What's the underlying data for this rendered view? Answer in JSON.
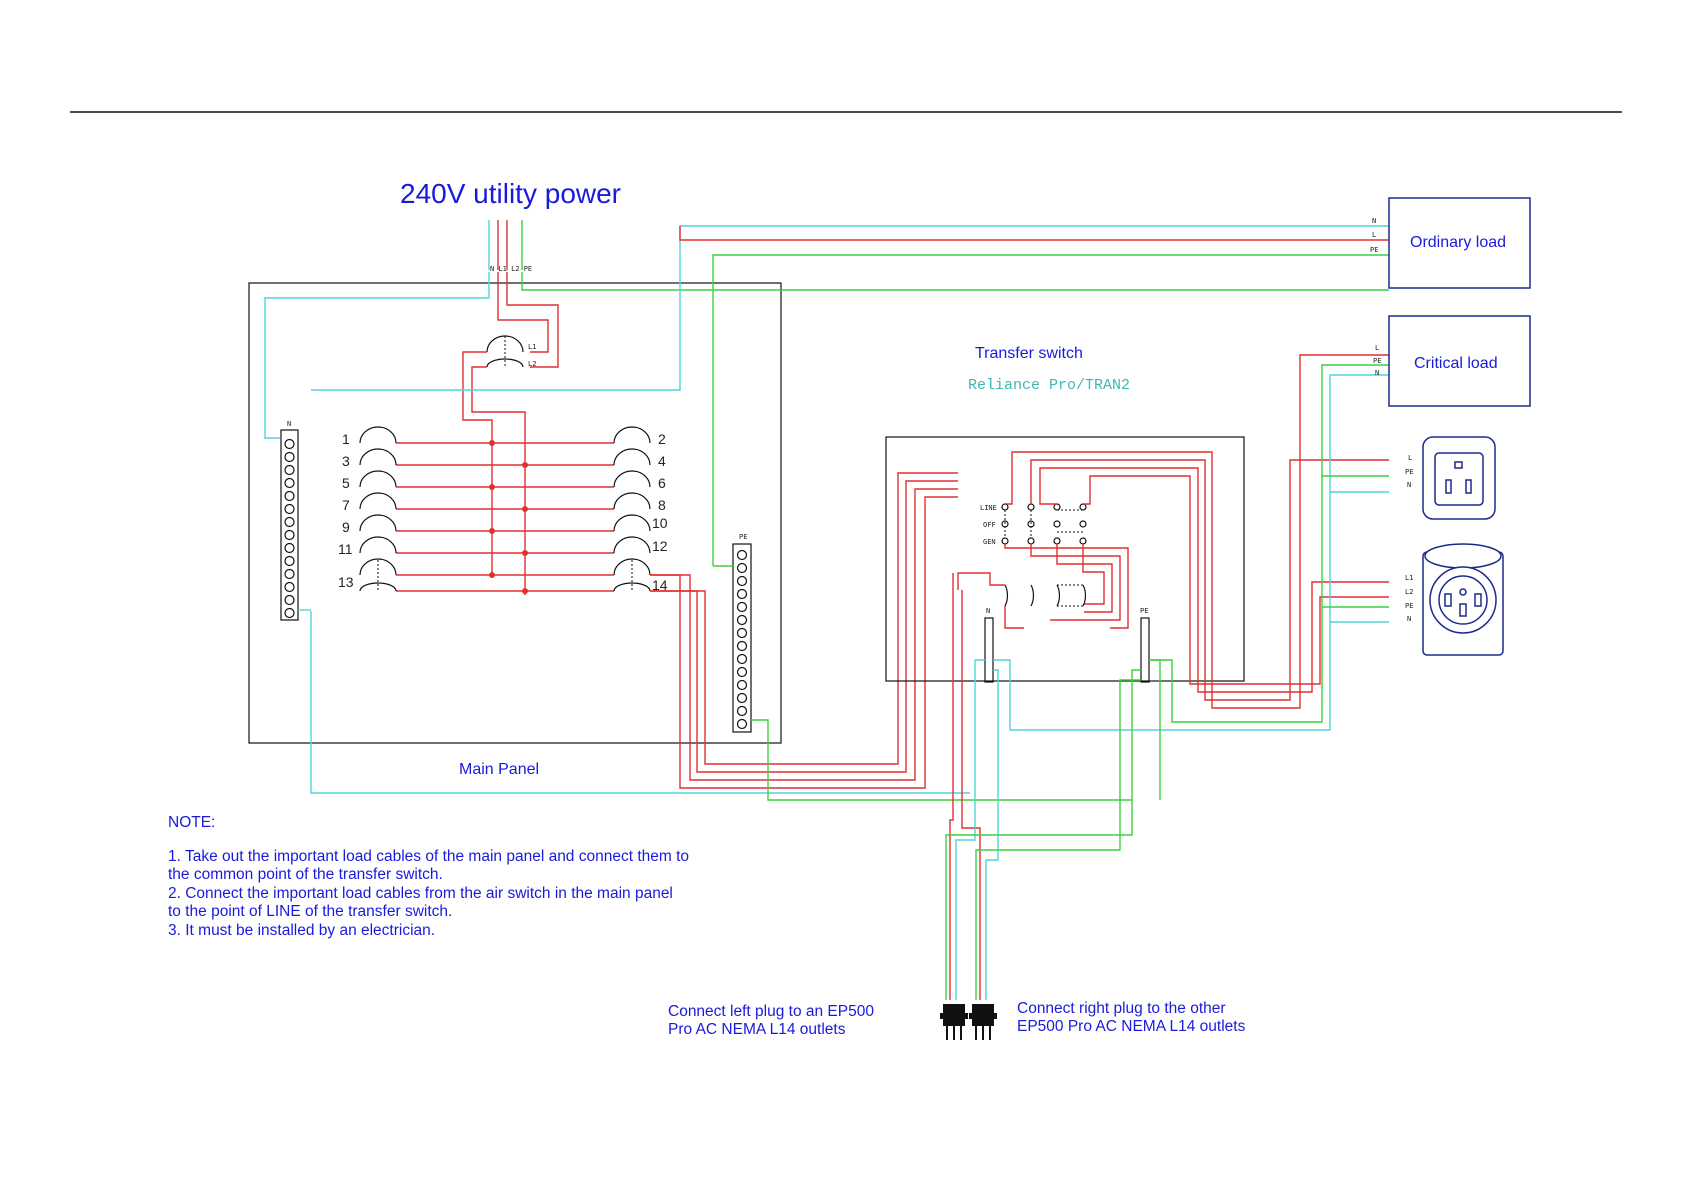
{
  "title": "240V utility power",
  "main_panel": {
    "label": "Main Panel",
    "feed_labels": "N L1 L2 PE",
    "main_breaker_labels": [
      "L1",
      "L2"
    ],
    "neutral_bar_label": "N",
    "ground_bar_label": "PE",
    "breaker_numbers_left": [
      "1",
      "3",
      "5",
      "7",
      "9",
      "11",
      "13"
    ],
    "breaker_numbers_right": [
      "2",
      "4",
      "6",
      "8",
      "10",
      "12",
      "14"
    ]
  },
  "transfer_switch": {
    "title": "Transfer switch",
    "model": "Reliance Pro/TRAN2",
    "positions": [
      "LINE",
      "OFF",
      "GEN"
    ],
    "neutral_bar_label": "N",
    "ground_bar_label": "PE"
  },
  "loads": {
    "ordinary": {
      "label": "Ordinary load",
      "terminals": [
        "N",
        "L",
        "PE"
      ]
    },
    "critical": {
      "label": "Critical load",
      "terminals": [
        "L",
        "PE",
        "N"
      ]
    },
    "outlet_120": {
      "terminals": [
        "L",
        "PE",
        "N"
      ]
    },
    "outlet_240": {
      "terminals": [
        "L1",
        "L2",
        "PE",
        "N"
      ]
    }
  },
  "plugs": {
    "left": {
      "line1": "Connect left plug to an EP500",
      "line2": "Pro  AC NEMA L14 outlets"
    },
    "right": {
      "line1": "Connect right plug to the other",
      "line2": "EP500 Pro  AC NEMA L14 outlets"
    }
  },
  "notes": {
    "heading": "NOTE:",
    "lines": [
      "1. Take out the important load cables of the main panel and connect them to",
      "the common point of the transfer switch.",
      "2. Connect the important load cables from the air switch in the main panel",
      "to the point of LINE of the transfer switch.",
      "3. It must be installed by an electrician."
    ]
  },
  "colors": {
    "text": "#1a1adb",
    "model_text": "#3fb7b7",
    "hot": "#e03030",
    "neutral": "#4fd4dc",
    "ground": "#3fcf3f"
  }
}
